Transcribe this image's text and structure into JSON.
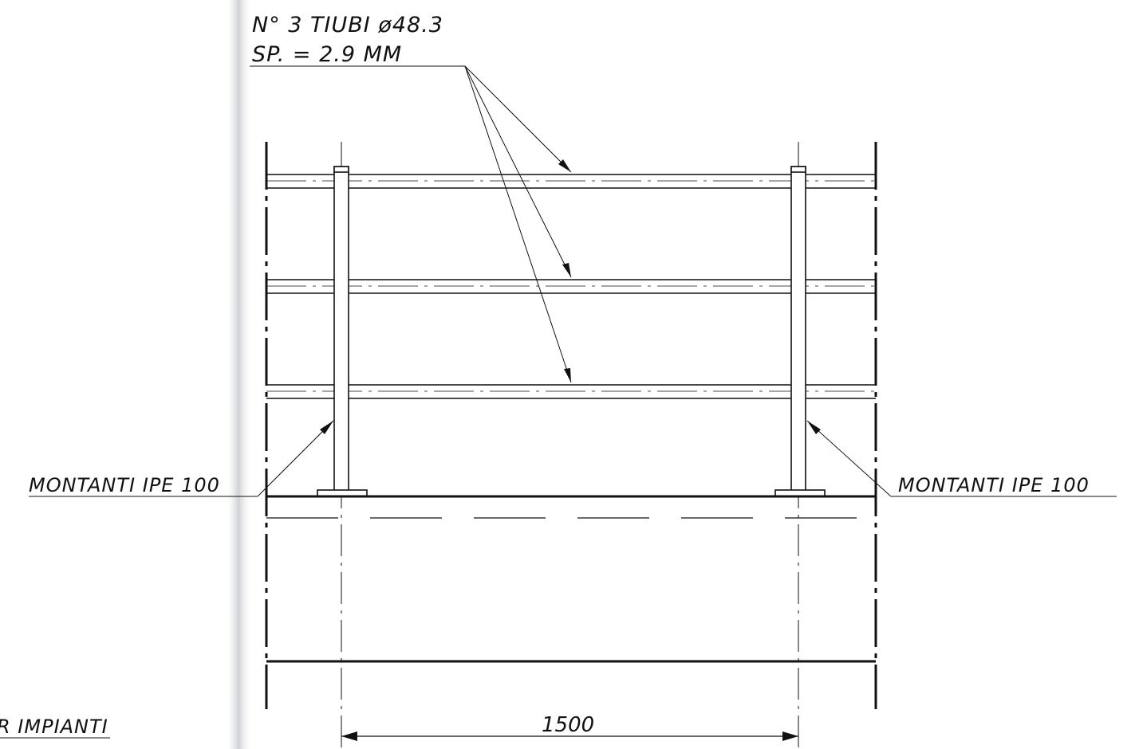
{
  "callouts": {
    "pipes_line1": "N° 3 TIUBI ø48.3",
    "pipes_line2": "SP. = 2.9 MM",
    "posts_left": "MONTANTI IPE 100",
    "posts_right": "MONTANTI IPE 100",
    "partial_bottom_left": "R IMPIANTI"
  },
  "dimensions": {
    "span": "1500"
  },
  "colors": {
    "ink": "#111111",
    "paper": "#ffffff",
    "scan_edge": "#cfd2d6"
  }
}
